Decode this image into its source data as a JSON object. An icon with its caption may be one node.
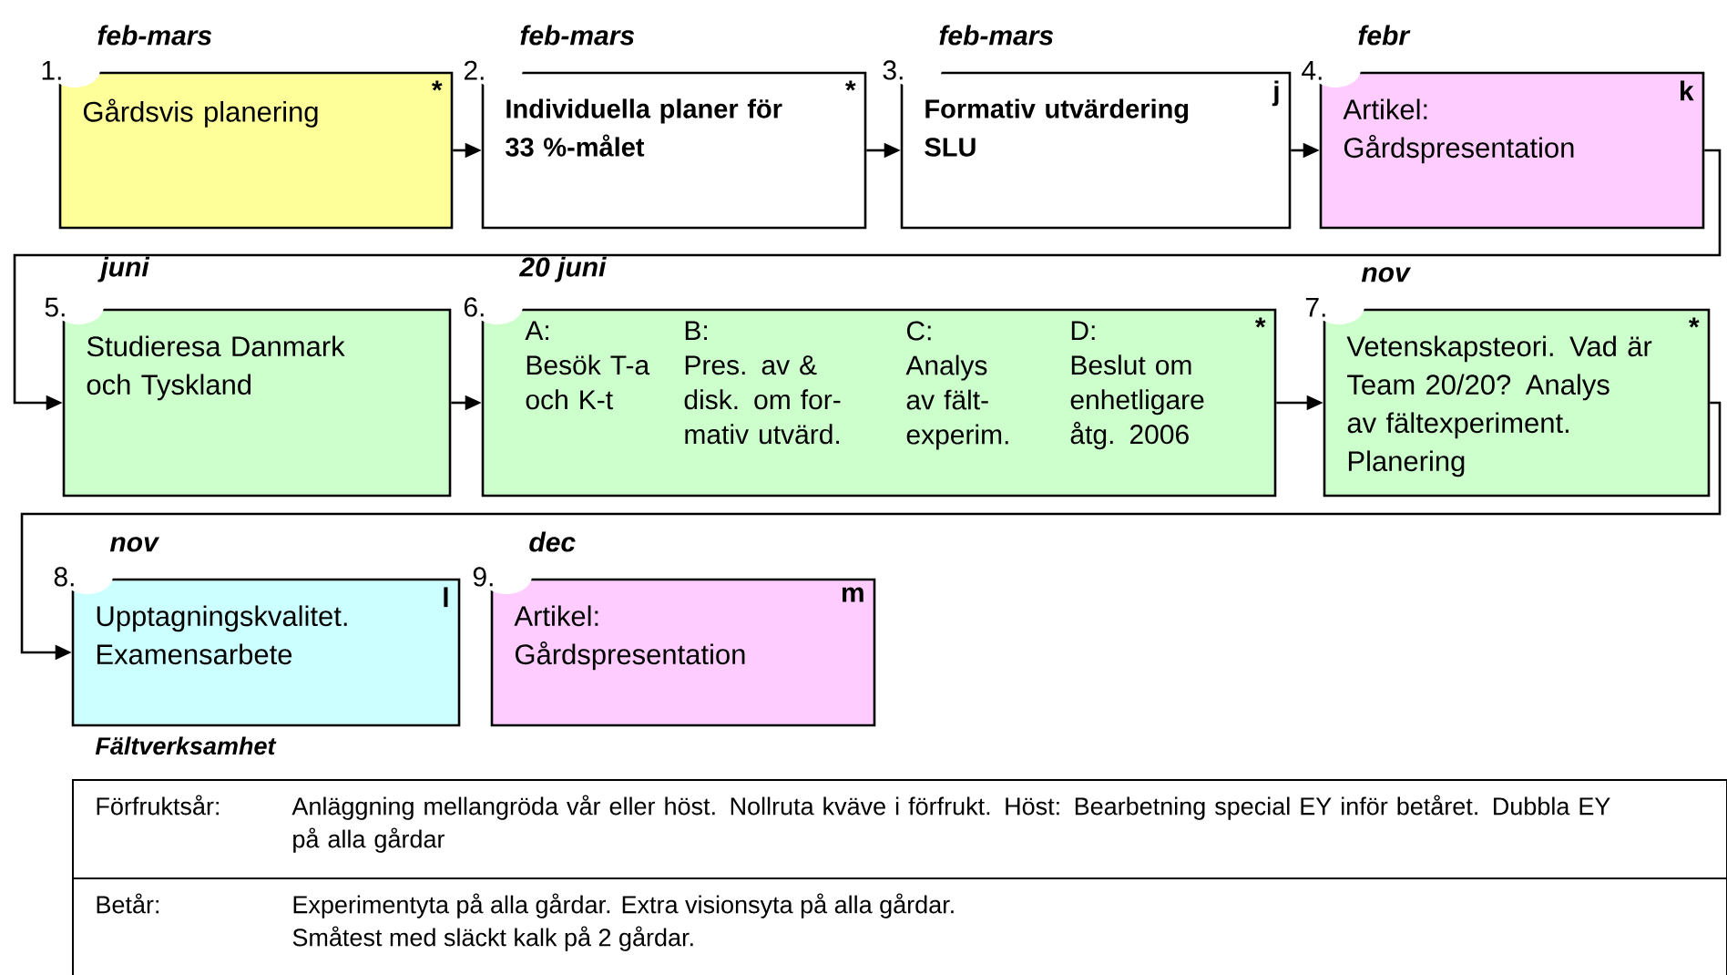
{
  "diagram": {
    "nodes": [
      {
        "text": [
          "1.",
          "Gårdsvis planering",
          "*"
        ],
        "beside": [
          "feb-mars"
        ]
      },
      {
        "text": [
          "2.",
          "Individuella planer för 33 %-målet",
          "*"
        ],
        "beside": [
          "feb-mars"
        ]
      },
      {
        "text": [
          "3.",
          "Formativ utvärdering SLU",
          "j"
        ],
        "beside": [
          "feb-mars"
        ]
      },
      {
        "text": [
          "4.",
          "Artikel: Gårdspresentation",
          "k"
        ],
        "beside": [
          "febr"
        ]
      },
      {
        "text": [
          "5.",
          "Studieresa Danmark och Tyskland"
        ],
        "beside": [
          "juni"
        ]
      },
      {
        "text": [
          "6.",
          "A:",
          "Besök T-a och K-t",
          "B:",
          "Pres. av & disk. om for- mativ utvärd.",
          "C:",
          "Analys av fält- experim.",
          "D:",
          "Beslut om enhetligare åtg. 2006",
          "*"
        ],
        "beside": [
          "20 juni"
        ]
      },
      {
        "text": [
          "7.",
          "Vetenskapsteori. Vad är Team 20/20? Analys av fältexperiment. Planering",
          "*"
        ],
        "beside": [
          "nov"
        ]
      },
      {
        "text": [
          "8.",
          "Upptagningskvalitet. Examensarbete",
          "l"
        ],
        "beside": [
          "nov"
        ]
      },
      {
        "text": [
          "9.",
          "Artikel: Gårdspresentation",
          "m"
        ],
        "beside": [
          "dec"
        ]
      }
    ],
    "edges": [
      {
        "from": 0,
        "to": 1,
        "arrow": "to"
      },
      {
        "from": 1,
        "to": 2,
        "arrow": "to"
      },
      {
        "from": 2,
        "to": 3,
        "arrow": "to"
      },
      {
        "from": 3,
        "to": 4,
        "arrow": "to"
      },
      {
        "from": 4,
        "to": 5,
        "arrow": "to"
      },
      {
        "from": 5,
        "to": 6,
        "arrow": "to"
      },
      {
        "from": 6,
        "to": 7,
        "arrow": "to"
      }
    ],
    "labels": [
      "Fältverksamhet",
      "Förfruktsår:",
      "Anläggning mellangröda vår eller höst.  Nollruta kväve i förfrukt. Höst: Bearbetning special EY inför betåret. Dubbla EY på alla gårdar",
      "Betår:",
      "Experimentyta på alla gårdar. Extra visionsyta på alla gårdar.",
      "Småtest med släckt kalk på 2 gårdar."
    ]
  }
}
